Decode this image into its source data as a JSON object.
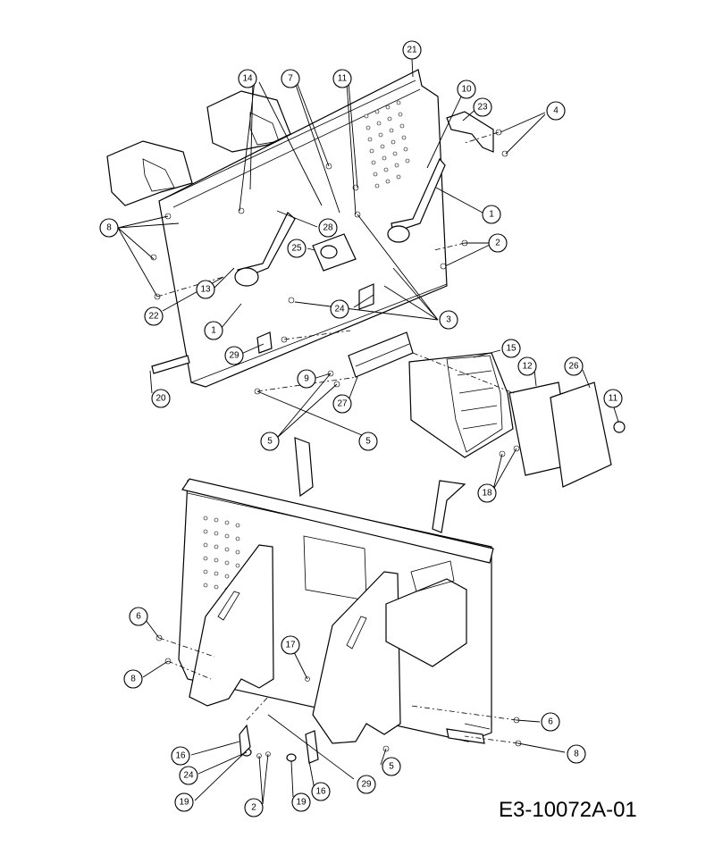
{
  "drawing_code": "E3-10072A-01",
  "callouts": [
    {
      "id": "c21a",
      "label": "21"
    },
    {
      "id": "c14",
      "label": "14"
    },
    {
      "id": "c7",
      "label": "7"
    },
    {
      "id": "c11a",
      "label": "11"
    },
    {
      "id": "c10",
      "label": "10"
    },
    {
      "id": "c23",
      "label": "23"
    },
    {
      "id": "c4",
      "label": "4"
    },
    {
      "id": "c1a",
      "label": "1"
    },
    {
      "id": "c2a",
      "label": "2"
    },
    {
      "id": "c8a",
      "label": "8"
    },
    {
      "id": "c28",
      "label": "28"
    },
    {
      "id": "c25",
      "label": "25"
    },
    {
      "id": "c13",
      "label": "13"
    },
    {
      "id": "c22",
      "label": "22"
    },
    {
      "id": "c24a",
      "label": "24"
    },
    {
      "id": "c3",
      "label": "3"
    },
    {
      "id": "c1b",
      "label": "1"
    },
    {
      "id": "c29a",
      "label": "29"
    },
    {
      "id": "c15",
      "label": "15"
    },
    {
      "id": "c12",
      "label": "12"
    },
    {
      "id": "c26",
      "label": "26"
    },
    {
      "id": "c11b",
      "label": "11"
    },
    {
      "id": "c9",
      "label": "9"
    },
    {
      "id": "c20",
      "label": "20"
    },
    {
      "id": "c27",
      "label": "27"
    },
    {
      "id": "c5a",
      "label": "5"
    },
    {
      "id": "c5b",
      "label": "5"
    },
    {
      "id": "c18",
      "label": "18"
    },
    {
      "id": "c6a",
      "label": "6"
    },
    {
      "id": "c17",
      "label": "17"
    },
    {
      "id": "c8b",
      "label": "8"
    },
    {
      "id": "c6b",
      "label": "6"
    },
    {
      "id": "c8c",
      "label": "8"
    },
    {
      "id": "c16a",
      "label": "16"
    },
    {
      "id": "c5c",
      "label": "5"
    },
    {
      "id": "c24b",
      "label": "24"
    },
    {
      "id": "c29b",
      "label": "29"
    },
    {
      "id": "c16b",
      "label": "16"
    },
    {
      "id": "c19a",
      "label": "19"
    },
    {
      "id": "c19b",
      "label": "19"
    },
    {
      "id": "c2b",
      "label": "2"
    }
  ]
}
